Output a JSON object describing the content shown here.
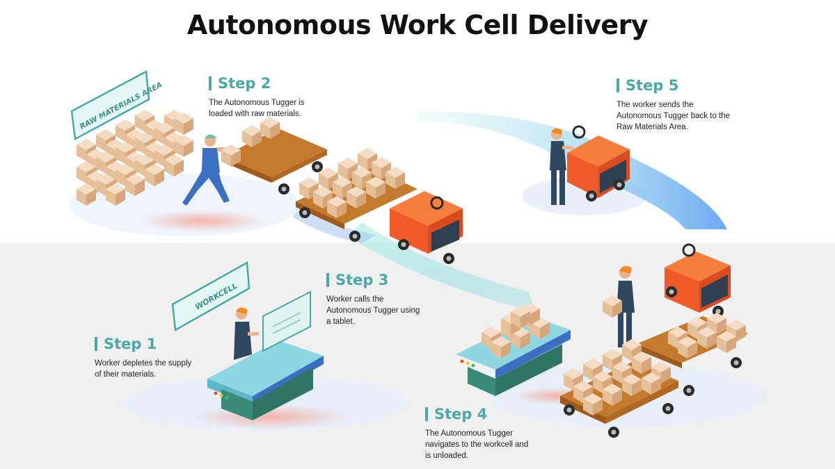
{
  "title": "Autonomous Work Cell Delivery",
  "areas": {
    "raw_materials_sign": "RAW MATERIALS AREA",
    "workcell_sign": "WORKCELL"
  },
  "steps": [
    {
      "label": "Step 1",
      "text_lines": [
        "Worker depletes the supply",
        "of their materials."
      ]
    },
    {
      "label": "Step 2",
      "text_lines": [
        "The Autonomous Tugger is",
        "loaded with raw materials."
      ]
    },
    {
      "label": "Step 3",
      "text_lines": [
        "Worker calls the",
        "Autonomous Tugger using",
        "a tablet."
      ]
    },
    {
      "label": "Step 4",
      "text_lines": [
        "The Autonomous Tugger",
        "navigates to the workcell and",
        "is unloaded."
      ]
    },
    {
      "label": "Step 5",
      "text_lines": [
        "The worker sends the",
        "Autonomous Tugger back to the",
        "Raw Materials Area."
      ]
    }
  ],
  "colors": {
    "accent_teal": "#4aa9a8",
    "tugger_orange": "#f0592a",
    "box_tan": "#e9c9a6",
    "floor_grey": "#f0f0f0",
    "path_blue": "#6aa8f0",
    "path_cyan": "#8fe0d8"
  },
  "icons": [
    "worker-icon",
    "tugger-icon",
    "box-stack-icon",
    "workbench-icon",
    "tablet-icon",
    "cart-icon",
    "path-arrow-icon"
  ]
}
